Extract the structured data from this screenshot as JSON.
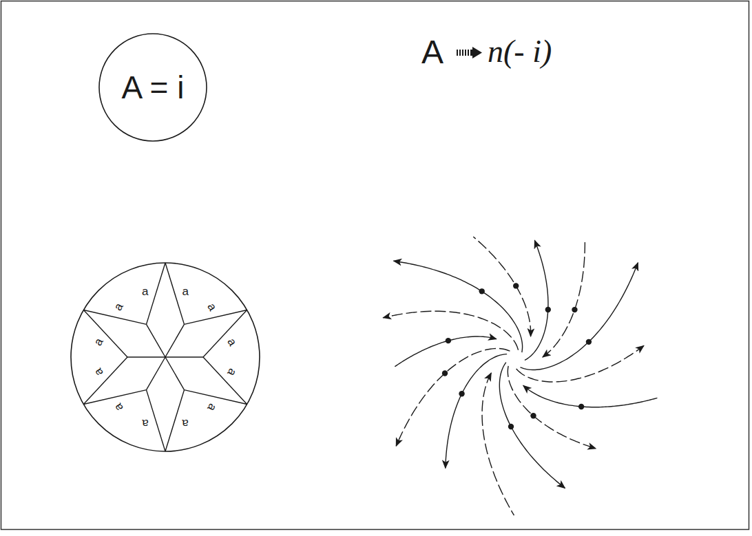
{
  "diagram": {
    "nodes": [
      {
        "text": [
          "A = i"
        ]
      },
      {
        "text": [
          "a",
          "a",
          "a",
          "a",
          "a",
          "a",
          "a",
          "a",
          "a",
          "a",
          "a",
          "a"
        ]
      }
    ],
    "labels": [
      "A",
      "n(- i)"
    ]
  }
}
